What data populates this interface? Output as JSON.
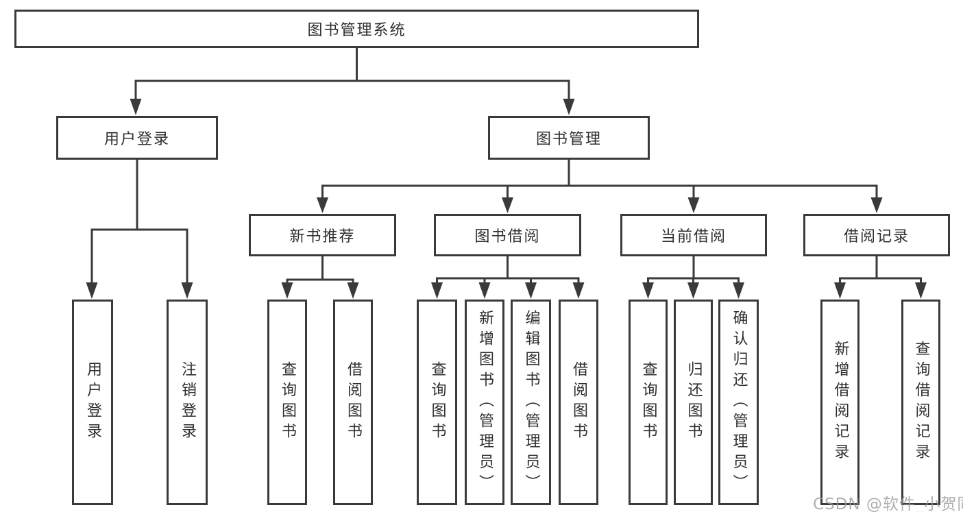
{
  "diagram": {
    "root": {
      "label": "图书管理系统"
    },
    "branches": [
      {
        "label": "用户登录",
        "children": [
          {
            "label": "用户登录"
          },
          {
            "label": "注销登录"
          }
        ]
      },
      {
        "label": "图书管理",
        "children": [
          {
            "label": "新书推荐",
            "children": [
              {
                "label": "查询图书"
              },
              {
                "label": "借阅图书"
              }
            ]
          },
          {
            "label": "图书借阅",
            "children": [
              {
                "label": "查询图书"
              },
              {
                "label": "新增图书（管理员）"
              },
              {
                "label": "编辑图书（管理员）"
              },
              {
                "label": "借阅图书"
              }
            ]
          },
          {
            "label": "当前借阅",
            "children": [
              {
                "label": "查询图书"
              },
              {
                "label": "归还图书"
              },
              {
                "label": "确认归还（管理员）"
              }
            ]
          },
          {
            "label": "借阅记录",
            "children": [
              {
                "label": "新增借阅记录"
              },
              {
                "label": "查询借阅记录"
              }
            ]
          }
        ]
      }
    ]
  },
  "watermark": {
    "text": "CSDN @软件_小贺同学"
  },
  "colors": {
    "line": "#3a3a3a",
    "text": "#2f2f2f",
    "watermark": "#9a9a9a",
    "background": "#ffffff"
  }
}
